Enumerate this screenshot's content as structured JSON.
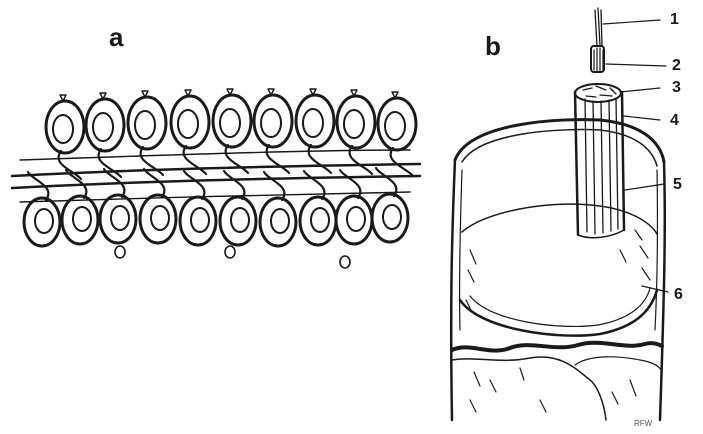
{
  "panels": [
    {
      "letter": "a"
    },
    {
      "letter": "b"
    }
  ],
  "callouts": [
    "1",
    "2",
    "3",
    "4",
    "5",
    "6"
  ],
  "signature": "RFW",
  "colors": {
    "ink": "#1a1a1a",
    "paper": "#ffffff"
  }
}
